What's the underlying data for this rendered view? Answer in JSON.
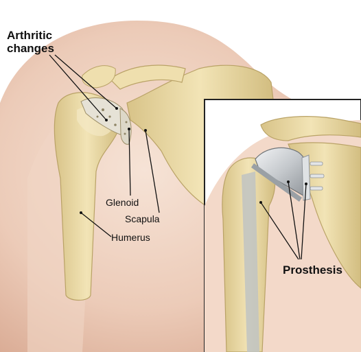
{
  "labels": {
    "arthritic_line1": "Arthritic",
    "arthritic_line2": "changes",
    "glenoid": "Glenoid",
    "scapula": "Scapula",
    "humerus": "Humerus",
    "prosthesis": "Prosthesis"
  },
  "colors": {
    "skin": "#e8c7b4",
    "skin_light": "#f3dccd",
    "bone": "#ecdca8",
    "bone_dark": "#c9b57a",
    "metal": "#c9ccd0",
    "inset_border": "#222222"
  }
}
